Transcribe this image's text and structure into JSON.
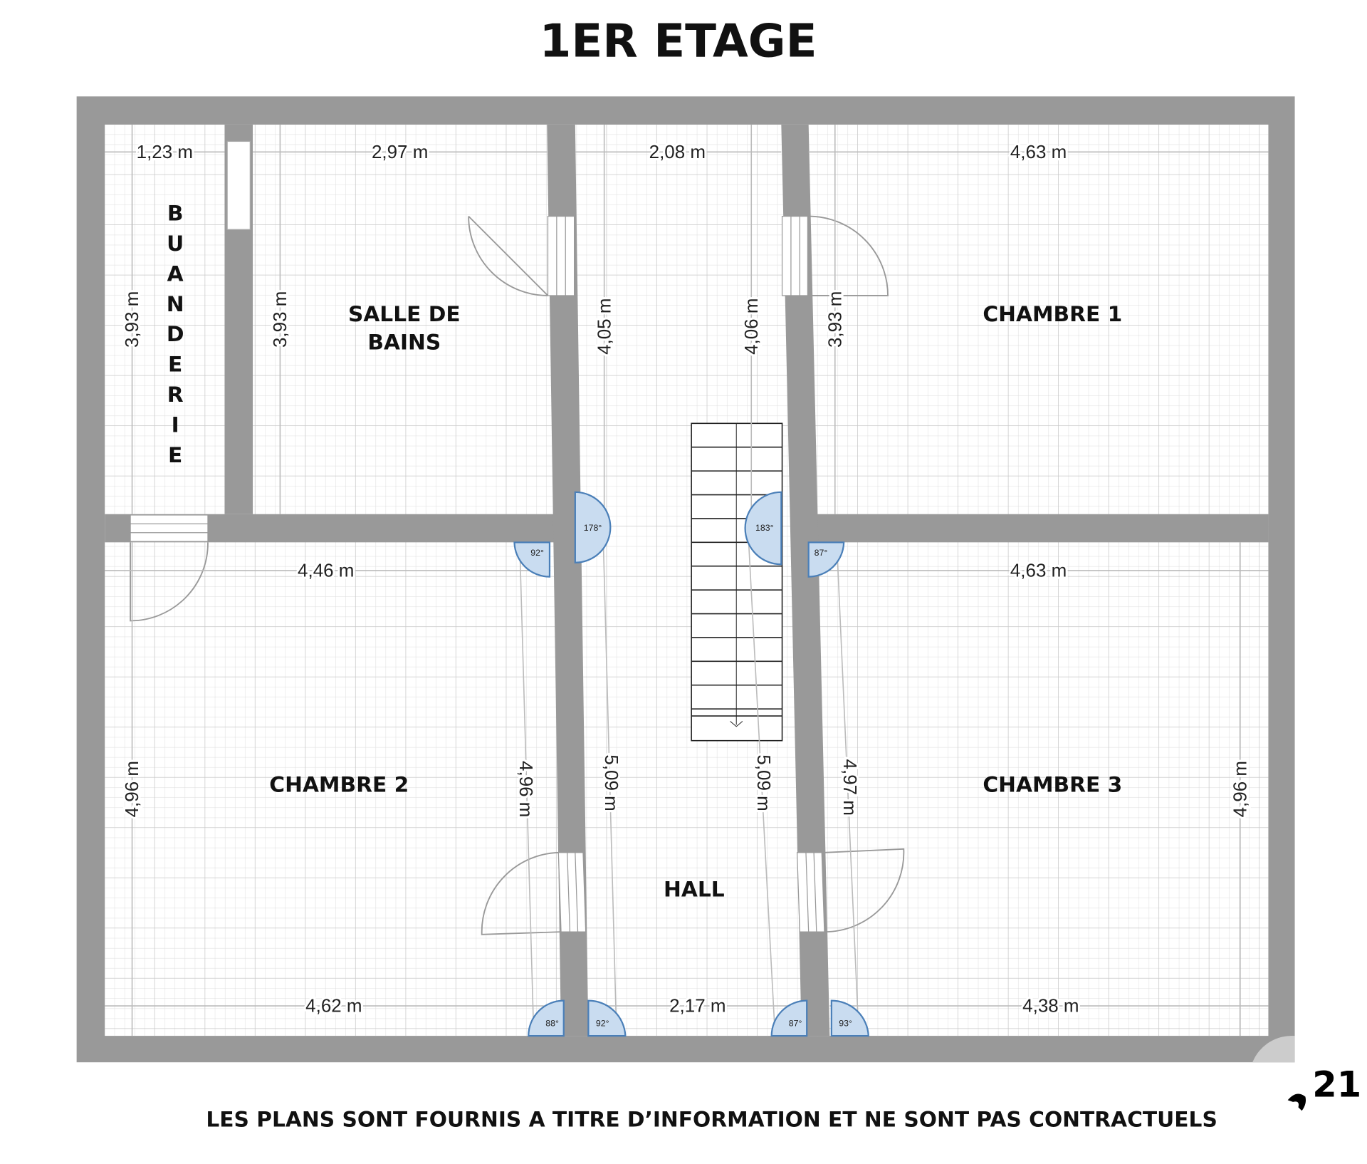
{
  "title": "1ER ETAGE",
  "rooms": {
    "buanderie": "BUANDERIE",
    "salle_de_bains_1": "SALLE DE",
    "salle_de_bains_2": "BAINS",
    "chambre1": "CHAMBRE 1",
    "chambre2": "CHAMBRE 2",
    "chambre3": "CHAMBRE 3",
    "hall": "HALL"
  },
  "dimensions": {
    "buanderie_width": "1,23 m",
    "sdb_width": "2,97 m",
    "hall_top_width": "2,08 m",
    "chambre1_width": "4,63 m",
    "buanderie_height": "3,93 m",
    "sdb_height": "3,93 m",
    "hall_left_top": "4,05 m",
    "hall_right_top": "4,06 m",
    "chambre1_height": "3,93 m",
    "chambre2_top_width": "4,46 m",
    "chambre3_top_width": "4,63 m",
    "chambre2_left_height": "4,96 m",
    "chambre2_right_height": "4,96 m",
    "hall_left_bottom": "5,09 m",
    "hall_right_bottom": "5,09 m",
    "chambre3_left_height": "4,97 m",
    "chambre3_right_height": "4,96 m",
    "chambre2_bottom_width": "4,62 m",
    "hall_bottom_width": "2,17 m",
    "chambre3_bottom_width": "4,38 m"
  },
  "angles": [
    "178°",
    "183°",
    "92°",
    "87°",
    "88°",
    "92°",
    "87°",
    "93°"
  ],
  "disclaimer": "LES PLANS SONT FOURNIS A TITRE D’INFORMATION ET NE SONT PAS CONTRACTUELS",
  "page_number": "21"
}
